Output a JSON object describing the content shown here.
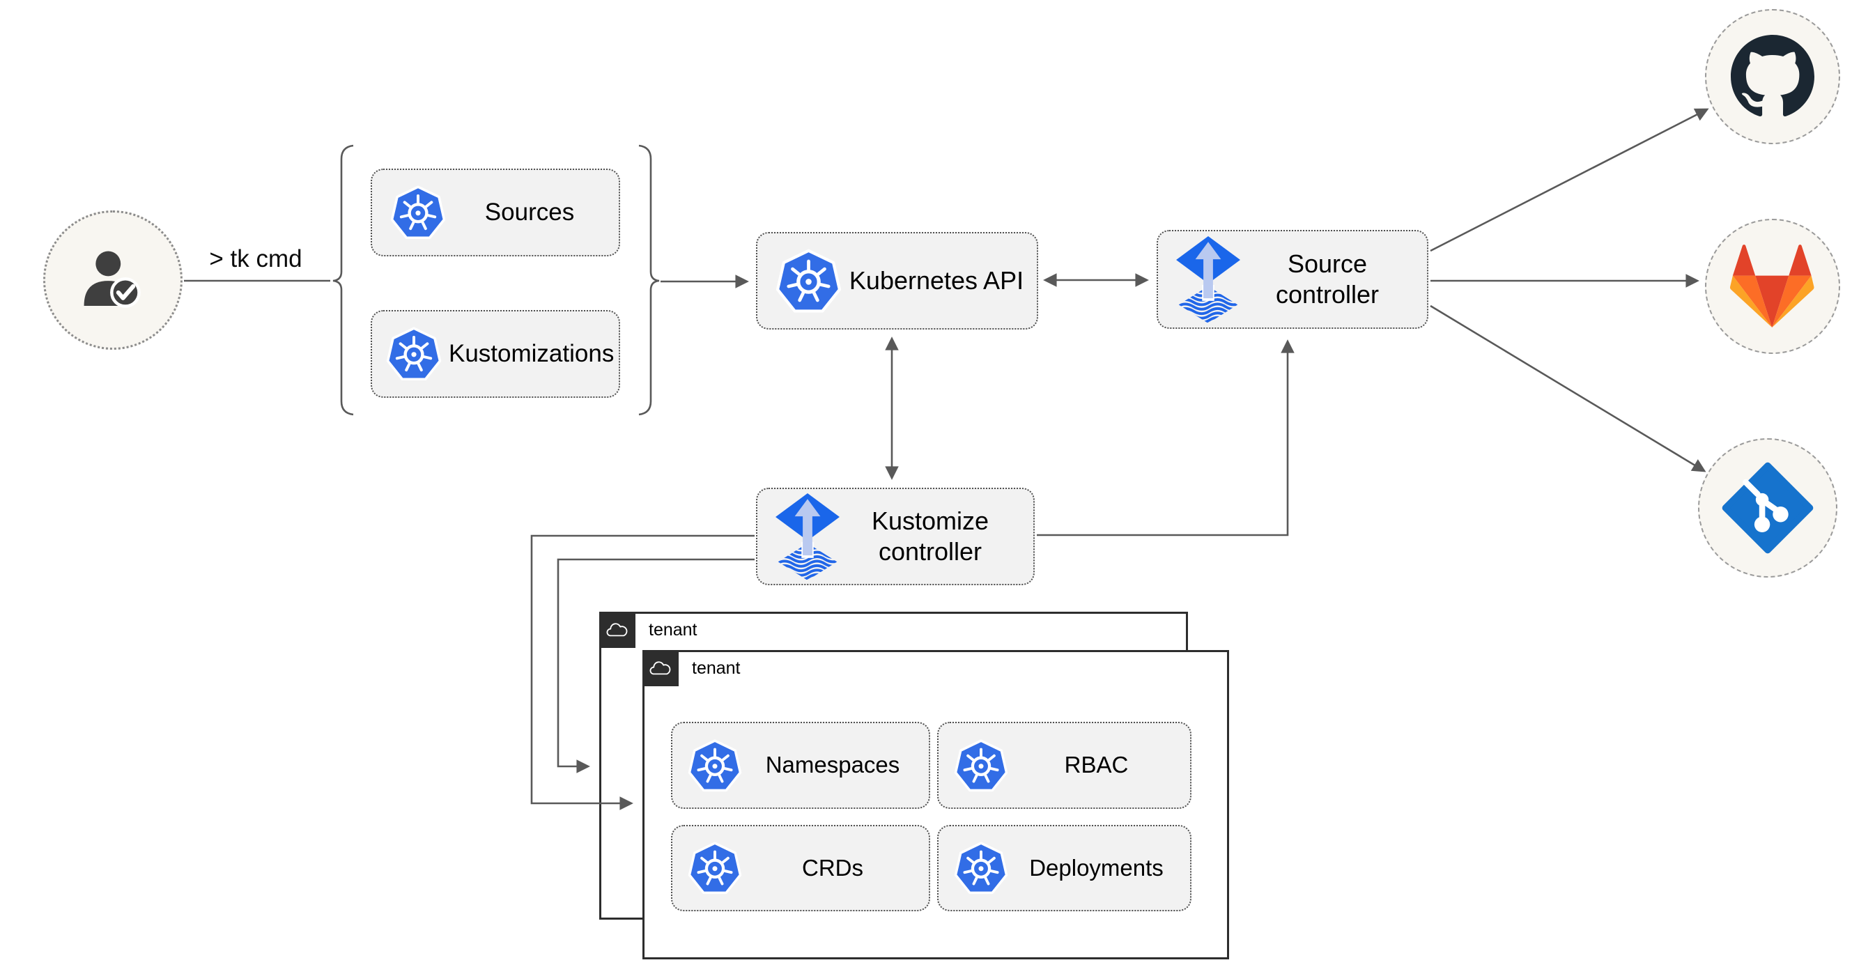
{
  "user": {
    "command_label": "> tk cmd"
  },
  "crd_group": {
    "items": [
      {
        "label": "Sources"
      },
      {
        "label": "Kustomizations"
      }
    ]
  },
  "nodes": {
    "kubernetes_api": {
      "label": "Kubernetes API"
    },
    "source_controller": {
      "label": "Source controller"
    },
    "kustomize_controller": {
      "label": "Kustomize controller"
    }
  },
  "git_providers": [
    {
      "icon": "github-logo"
    },
    {
      "icon": "gitlab-fox-logo"
    },
    {
      "icon": "git-branch-logo"
    }
  ],
  "tenants": {
    "back": {
      "label": "tenant"
    },
    "front": {
      "label": "tenant"
    },
    "resources": [
      {
        "label": "Namespaces"
      },
      {
        "label": "RBAC"
      },
      {
        "label": "CRDs"
      },
      {
        "label": "Deployments"
      }
    ]
  },
  "icons": {
    "user": "user-with-checkmark",
    "kubernetes": "kubernetes-helm-wheel",
    "flux": "flux-kite-arrow",
    "cloud": "cloud-outline"
  },
  "colors": {
    "node_bg": "#f2f2f2",
    "circle_bg": "#f8f6f1",
    "connector_gray": "#595959",
    "kubernetes_blue": "#326de6",
    "flux_blue": "#1a66ea",
    "flux_stripe_blue": "#2166e8",
    "flux_arrow_light": "#b9c9f0",
    "github_dark": "#1b2732",
    "gitlab_red": "#e24329",
    "gitlab_orange": "#fc6d26",
    "gitlab_light_orange": "#fca326",
    "git_blue": "#1673cd",
    "person_gray": "#3f3f3f",
    "tenant_tab_dark": "#2d2d2d"
  }
}
